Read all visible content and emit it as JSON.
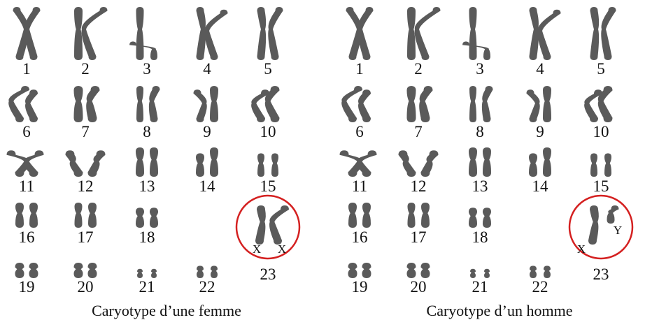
{
  "panels": [
    {
      "caption": "Caryotype d’une femme",
      "pairs": [
        {
          "n": "1"
        },
        {
          "n": "2"
        },
        {
          "n": "3"
        },
        {
          "n": "4"
        },
        {
          "n": "5"
        },
        {
          "n": "6"
        },
        {
          "n": "7"
        },
        {
          "n": "8"
        },
        {
          "n": "9"
        },
        {
          "n": "10"
        },
        {
          "n": "11"
        },
        {
          "n": "12"
        },
        {
          "n": "13"
        },
        {
          "n": "14"
        },
        {
          "n": "15"
        },
        {
          "n": "16"
        },
        {
          "n": "17"
        },
        {
          "n": "18"
        },
        {
          "n": "19"
        },
        {
          "n": "20"
        },
        {
          "n": "21"
        },
        {
          "n": "22"
        }
      ],
      "sex": {
        "n": "23",
        "left_label": "X",
        "right_label": "X",
        "circle_color": "#d42020"
      }
    },
    {
      "caption": "Caryotype d’un homme",
      "pairs": [
        {
          "n": "1"
        },
        {
          "n": "2"
        },
        {
          "n": "3"
        },
        {
          "n": "4"
        },
        {
          "n": "5"
        },
        {
          "n": "6"
        },
        {
          "n": "7"
        },
        {
          "n": "8"
        },
        {
          "n": "9"
        },
        {
          "n": "10"
        },
        {
          "n": "11"
        },
        {
          "n": "12"
        },
        {
          "n": "13"
        },
        {
          "n": "14"
        },
        {
          "n": "15"
        },
        {
          "n": "16"
        },
        {
          "n": "17"
        },
        {
          "n": "18"
        },
        {
          "n": "19"
        },
        {
          "n": "20"
        },
        {
          "n": "21"
        },
        {
          "n": "22"
        }
      ],
      "sex": {
        "n": "23",
        "left_label": "X",
        "right_label": "Y",
        "circle_color": "#d42020"
      }
    }
  ],
  "colors": {
    "chromosome": "#5a5a5a",
    "text": "#111111"
  }
}
